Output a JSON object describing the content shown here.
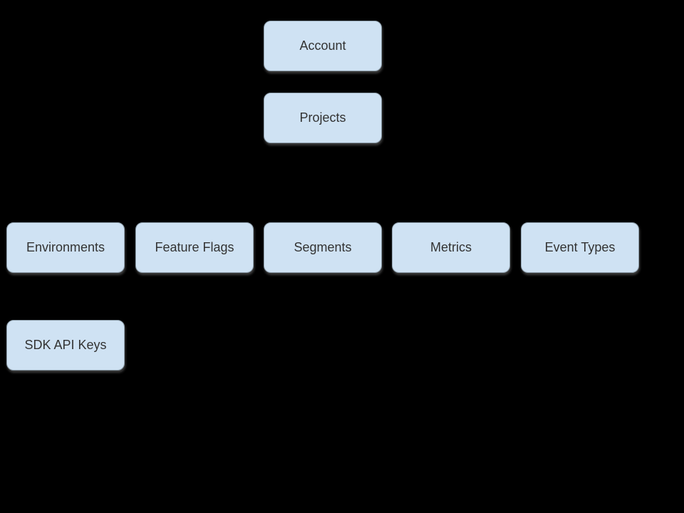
{
  "diagram": {
    "background_color": "#000000",
    "node_fill_color": "#cfe2f3",
    "node_border_color": "#8fa0ad",
    "node_text_color": "#333333",
    "nodes": [
      {
        "id": "account",
        "label": "Account"
      },
      {
        "id": "projects",
        "label": "Projects"
      },
      {
        "id": "environments",
        "label": "Environments"
      },
      {
        "id": "feature-flags",
        "label": "Feature Flags"
      },
      {
        "id": "segments",
        "label": "Segments"
      },
      {
        "id": "metrics",
        "label": "Metrics"
      },
      {
        "id": "event-types",
        "label": "Event Types"
      },
      {
        "id": "sdk-api-keys",
        "label": "SDK API Keys"
      }
    ]
  }
}
